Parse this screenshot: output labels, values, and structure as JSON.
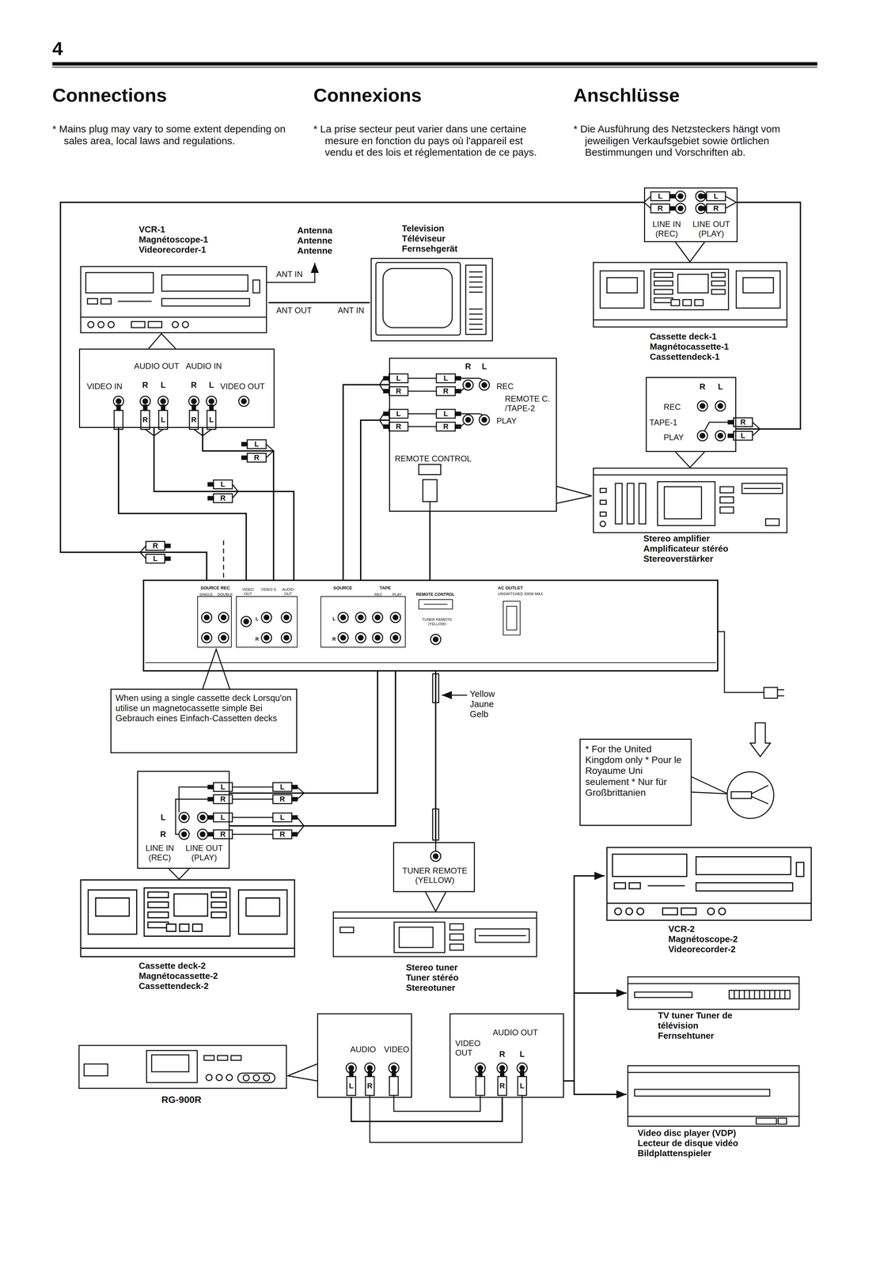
{
  "diagram": {
    "title": "Connections",
    "nodes": [
      {
        "text": [
          "VCR-1 Magnétoscope-1 Videorecorder-1"
        ]
      },
      {
        "text": [
          "Television Téléviseur Fernsehgerät"
        ]
      },
      {
        "text": [
          "LINE IN (REC)",
          "LINE OUT (PLAY)"
        ]
      },
      {
        "text": [
          "Cassette deck-1 Magnétocassette-1 Cassettendeck-1"
        ]
      },
      {
        "text": [
          "AUDIO OUT",
          "AUDIO IN",
          "VIDEO IN",
          "VIDEO OUT"
        ]
      },
      {
        "text": [
          "REC",
          "REMOTE C. /TAPE-2",
          "PLAY",
          "REMOTE CONTROL"
        ]
      },
      {
        "text": [
          "REC",
          "TAPE-1",
          "PLAY"
        ]
      },
      {
        "text": [
          "Stereo amplifier Amplificateur stéréo Stereoverstärker"
        ]
      },
      {
        "text": [
          "SOURCE REC",
          "SINGLE",
          "DOUBLE",
          "VIDEO OUT",
          "VIDEO S",
          "AUDIO OUT",
          "SOURCE",
          "TAPE",
          "REC",
          "PLAY",
          "REMOTE CONTROL",
          "TUNER REMOTE (YELLOW)",
          "AC OUTLET",
          "UNSWITCHED 300W MAX",
          "L",
          "R",
          "L",
          "R"
        ]
      },
      {
        "text": [
          "When using a single cassette deck Lorsqu'on utilise un magnetocassette simple Bei Gebrauch eines Einfach-Cassetten decks"
        ]
      },
      {
        "text": [
          "* For the United Kingdom only * Pour le Royaume Uni seulement * Nur für Großbrittanien"
        ]
      },
      {
        "text": [
          "LINE IN (REC)",
          "LINE OUT (PLAY)"
        ]
      },
      {
        "text": [
          "Cassette deck-2 Magnétocassette-2 Cassettendeck-2"
        ]
      },
      {
        "text": [
          "TUNER REMOTE (YELLOW)"
        ]
      },
      {
        "text": [
          "Stereo tuner Tuner stéréo Stereotuner"
        ]
      },
      {
        "text": [
          "VCR-2 Magnétoscope-2 Videorecorder-2"
        ]
      },
      {
        "text": [
          "TV tuner Tuner de télévision Fernsehtuner"
        ]
      },
      {
        "text": [
          "Video disc player (VDP) Lecteur de disque vidéo Bildplattenspieler"
        ]
      },
      {
        "text": [
          "RG-900R"
        ]
      },
      {
        "text": [
          "AUDIO",
          "VIDEO"
        ]
      },
      {
        "text": [
          "AUDIO OUT",
          "VIDEO OUT"
        ]
      }
    ],
    "edges": [
      {
        "from": 0,
        "to": 1,
        "arrow": "none"
      },
      {
        "from": 4,
        "to": 8,
        "arrow": "none"
      },
      {
        "from": 4,
        "to": 8,
        "arrow": "none"
      },
      {
        "from": 4,
        "to": 8,
        "arrow": "none"
      },
      {
        "from": 2,
        "to": 8,
        "arrow": "none"
      },
      {
        "from": 2,
        "to": 6,
        "arrow": "none"
      },
      {
        "from": 5,
        "to": 8,
        "arrow": "none"
      },
      {
        "from": 5,
        "to": 8,
        "arrow": "none"
      },
      {
        "from": 5,
        "to": 8,
        "arrow": "none"
      },
      {
        "from": 11,
        "to": 8,
        "arrow": "none"
      },
      {
        "from": 11,
        "to": 8,
        "arrow": "none"
      },
      {
        "from": 13,
        "to": 8,
        "arrow": "none"
      },
      {
        "from": 20,
        "to": 19,
        "arrow": "none"
      },
      {
        "from": 20,
        "to": 15,
        "arrow": "to"
      },
      {
        "from": 20,
        "to": 16,
        "arrow": "to"
      },
      {
        "from": 20,
        "to": 17,
        "arrow": "to"
      }
    ],
    "labels": [
      "4",
      "Connexions",
      "Anschlüsse",
      "* Mains plug may vary to some extent depending on sales area, local laws and regulations.",
      "* La prise secteur peut varier dans une certaine mesure en fonction du pays où l'appareil est vendu et des lois et réglementation de ce pays.",
      "* Die Ausführung des Netzsteckers hängt vom jeweiligen Verkaufsgebiet sowie örtlichen Bestimmungen und Vorschriften ab.",
      "Antenna Antenne Antenne",
      "ANT IN",
      "ANT OUT",
      "ANT IN",
      "L",
      "R",
      "L",
      "R",
      "R",
      "L",
      "L",
      "R",
      "L",
      "R",
      "L",
      "R",
      "L",
      "R",
      "R",
      "L",
      "R",
      "L",
      "R",
      "L",
      "R",
      "L",
      "R",
      "L",
      "R",
      "L",
      "L",
      "R",
      "L",
      "R",
      "R",
      "L",
      "Yellow Jaune Gelb",
      "L",
      "R",
      "L",
      "R",
      "L",
      "R",
      "L",
      "R",
      "L",
      "R",
      "L",
      "R",
      "R",
      "L",
      "R",
      "L"
    ]
  }
}
